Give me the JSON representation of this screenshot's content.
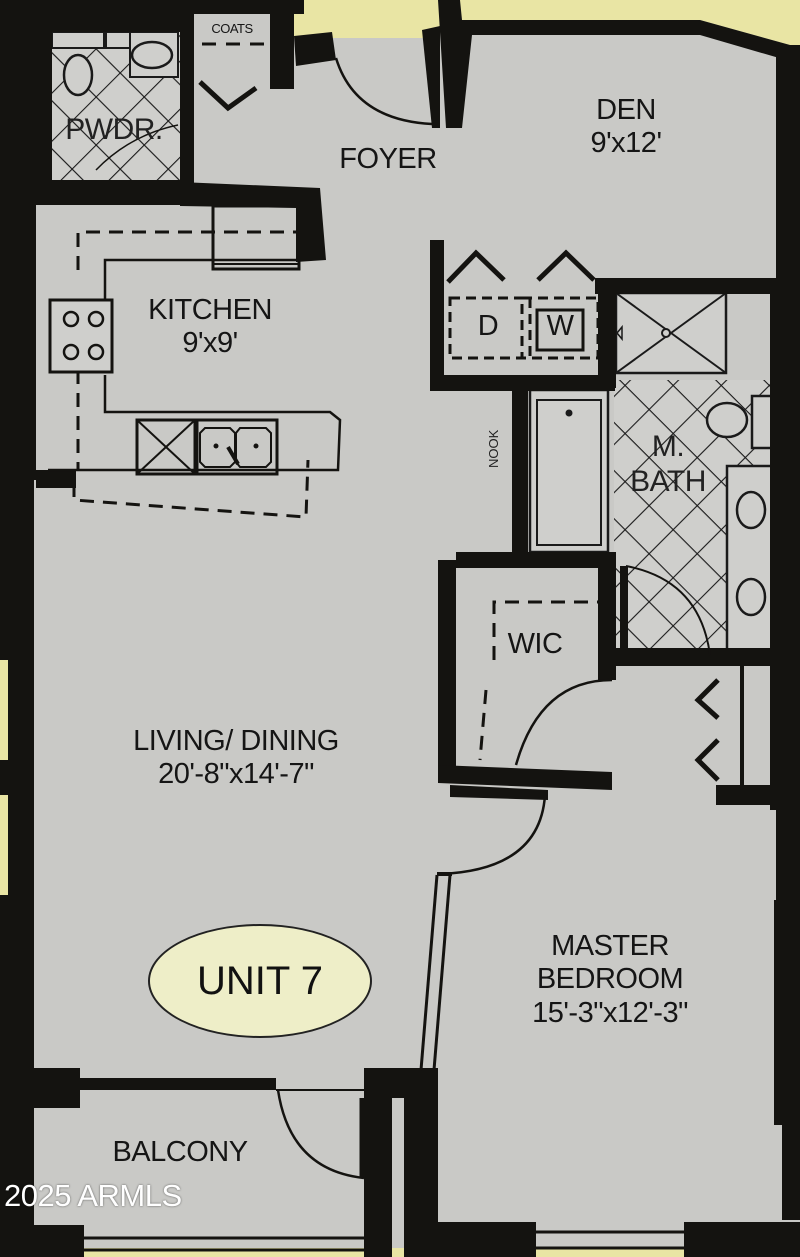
{
  "plan": {
    "unit_badge": "UNIT 7",
    "watermark": "2025 ARMLS",
    "colors": {
      "background_margin": "#e9e5a4",
      "floor": "#c9c9c6",
      "wall": "#141310",
      "badge_fill": "#eeeec8",
      "watermark_text": "#ffffff"
    },
    "rooms": {
      "pwdr": {
        "name": "PWDR."
      },
      "coats": {
        "name": "COATS"
      },
      "foyer": {
        "name": "FOYER"
      },
      "den": {
        "name": "DEN",
        "size": "9'x12'"
      },
      "kitchen": {
        "name": "KITCHEN",
        "size": "9'x9'"
      },
      "laundry": {
        "dryer": "D",
        "washer": "W"
      },
      "nook": {
        "name": "NOOK"
      },
      "master_bath": {
        "line1": "M.",
        "line2": "BATH"
      },
      "wic": {
        "name": "WIC"
      },
      "living_dining": {
        "name": "LIVING/ DINING",
        "size": "20'-8\"x14'-7\""
      },
      "master_bedroom": {
        "line1": "MASTER",
        "line2": "BEDROOM",
        "size": "15'-3\"x12'-3\""
      },
      "balcony": {
        "name": "BALCONY"
      }
    }
  }
}
